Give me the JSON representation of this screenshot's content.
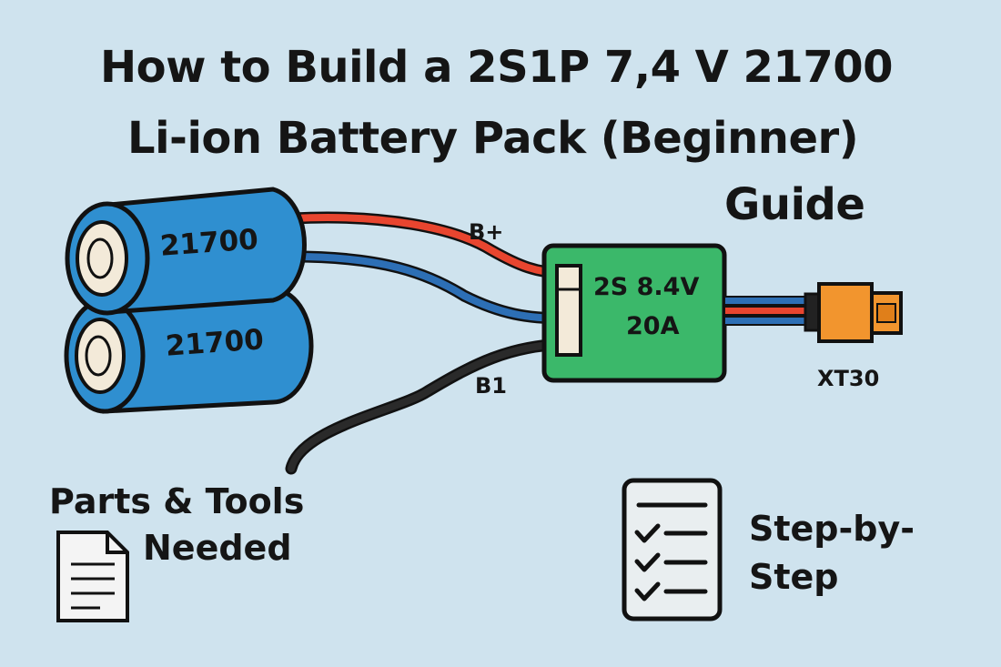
{
  "title": {
    "line1": "How to Build a 2S1P 7,4 V 21700",
    "line2": "Li-ion Battery Pack (Beginner)",
    "line3": "Guide"
  },
  "cells": [
    {
      "label": "21700",
      "color": "#2f8fd0"
    },
    {
      "label": "21700",
      "color": "#2f8fd0"
    }
  ],
  "wires": {
    "bplus_label": "B+",
    "b1_label": "B1",
    "red": "#e8452f",
    "blue": "#2d6fb5",
    "black": "#222222"
  },
  "bms": {
    "line1": "2S 8.4V",
    "line2": "20A",
    "color": "#3bb86a"
  },
  "connector": {
    "label": "XT30",
    "color": "#f2952e"
  },
  "parts_section": {
    "line1": "Parts & Tools",
    "line2": "Needed",
    "icon": "document-icon"
  },
  "steps_section": {
    "line1": "Step-by-",
    "line2": "Step",
    "icon": "checklist-icon"
  }
}
